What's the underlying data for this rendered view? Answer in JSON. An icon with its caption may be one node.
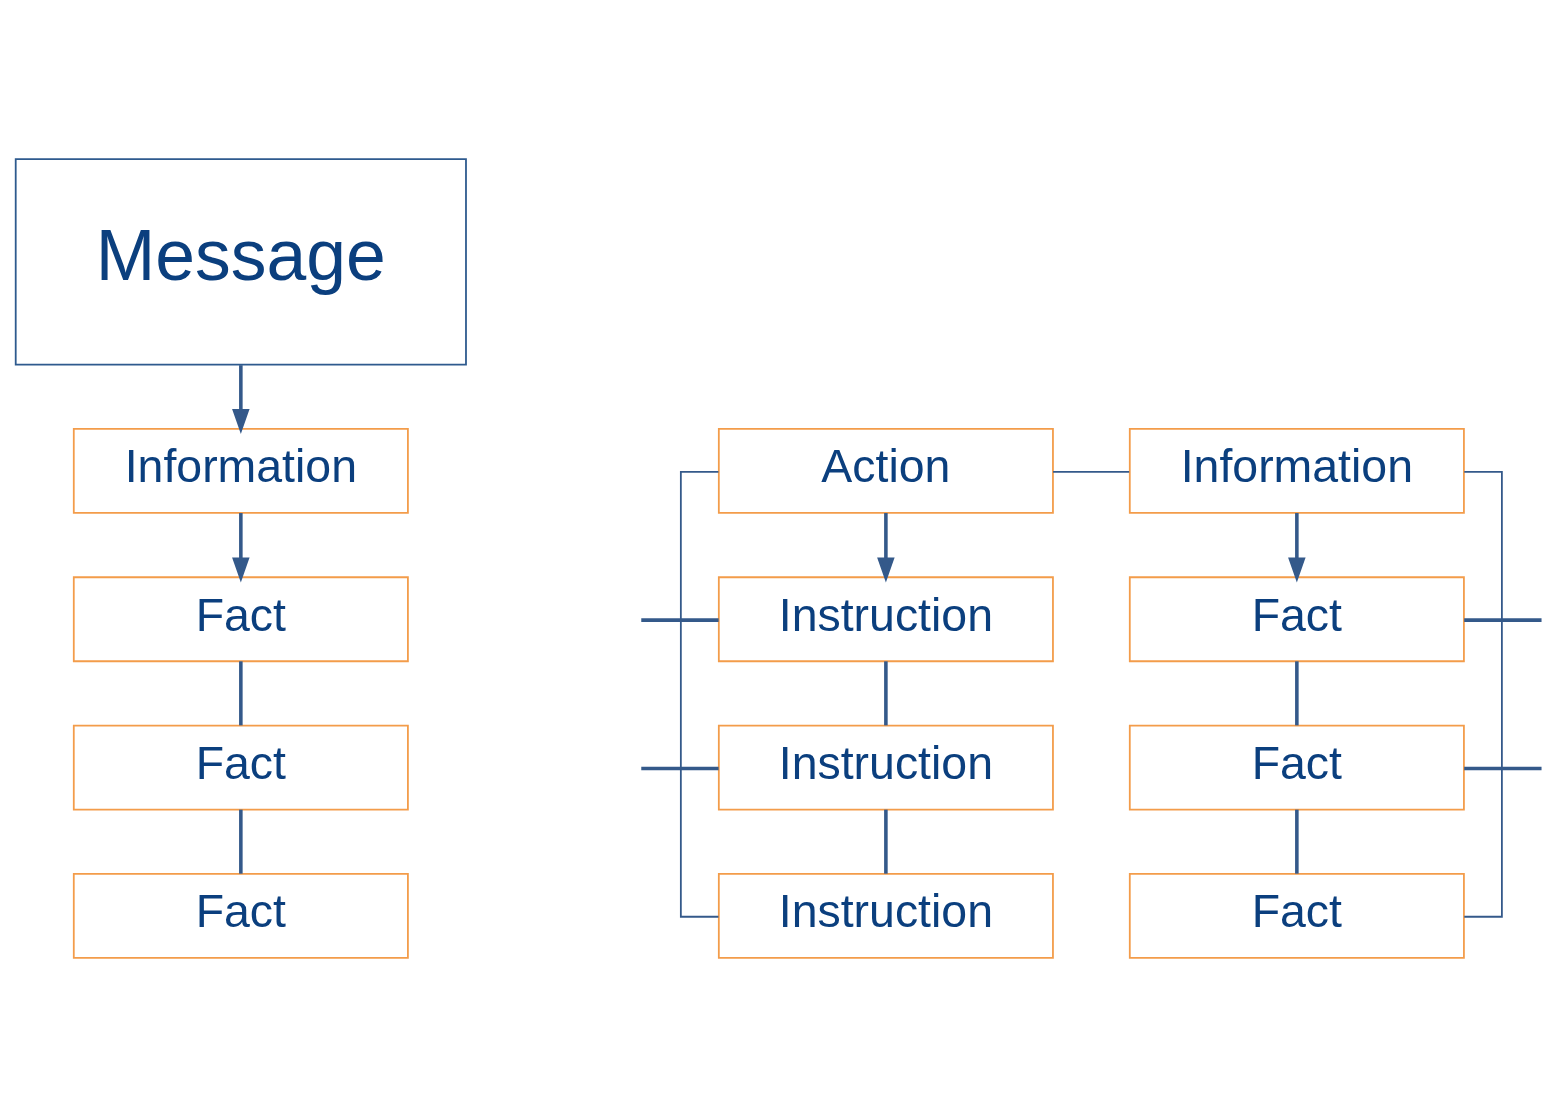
{
  "diagram": {
    "nodes": [
      {
        "text": [
          "Message"
        ]
      },
      {
        "text": [
          "Action"
        ]
      },
      {
        "text": [
          "Information"
        ]
      },
      {
        "text": [
          "Information"
        ]
      },
      {
        "text": [
          "Instruction"
        ]
      },
      {
        "text": [
          "Instruction"
        ]
      },
      {
        "text": [
          "Instruction"
        ]
      },
      {
        "text": [
          "Fact"
        ]
      },
      {
        "text": [
          "Fact"
        ]
      },
      {
        "text": [
          "Fact"
        ]
      },
      {
        "text": [
          "Fact"
        ]
      },
      {
        "text": [
          "Fact"
        ]
      },
      {
        "text": [
          "Fact"
        ]
      }
    ],
    "edges": [
      {
        "from": 0,
        "to": 2,
        "arrow": "to"
      },
      {
        "from": 1,
        "to": 3,
        "arrow": "none"
      },
      {
        "from": 1,
        "to": 4,
        "arrow": "to"
      },
      {
        "from": 4,
        "to": 5,
        "arrow": "none"
      },
      {
        "from": 5,
        "to": 6,
        "arrow": "none"
      },
      {
        "from": 1,
        "to": 6,
        "arrow": "none"
      },
      {
        "from": null,
        "to": 4,
        "arrow": "none"
      },
      {
        "from": null,
        "to": 5,
        "arrow": "none"
      },
      {
        "from": 2,
        "to": 7,
        "arrow": "to"
      },
      {
        "from": 7,
        "to": 8,
        "arrow": "none"
      },
      {
        "from": 8,
        "to": 9,
        "arrow": "none"
      },
      {
        "from": 3,
        "to": 10,
        "arrow": "to"
      },
      {
        "from": 10,
        "to": 11,
        "arrow": "none"
      },
      {
        "from": 11,
        "to": 12,
        "arrow": "none"
      },
      {
        "from": 3,
        "to": 12,
        "arrow": "none"
      },
      {
        "from": 10,
        "to": null,
        "arrow": "none"
      },
      {
        "from": 11,
        "to": null,
        "arrow": "none"
      }
    ]
  }
}
